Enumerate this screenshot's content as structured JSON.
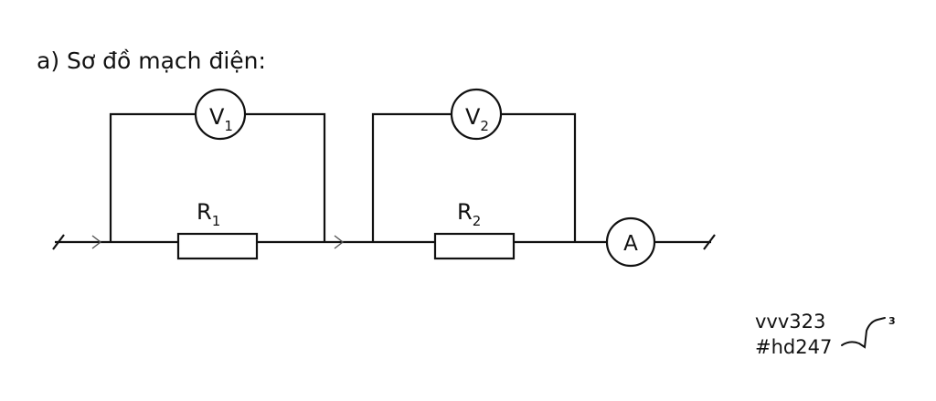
{
  "heading": "a) Sơ đồ mạch điện:",
  "components": {
    "voltmeter1": {
      "letter": "V",
      "sub": "1"
    },
    "voltmeter2": {
      "letter": "V",
      "sub": "2"
    },
    "resistor1": {
      "letter": "R",
      "sub": "1"
    },
    "resistor2": {
      "letter": "R",
      "sub": "2"
    },
    "ammeter": {
      "letter": "A"
    }
  },
  "watermark": {
    "line1": "vvv323",
    "line2": "#hd247",
    "signature_sup": "3"
  }
}
